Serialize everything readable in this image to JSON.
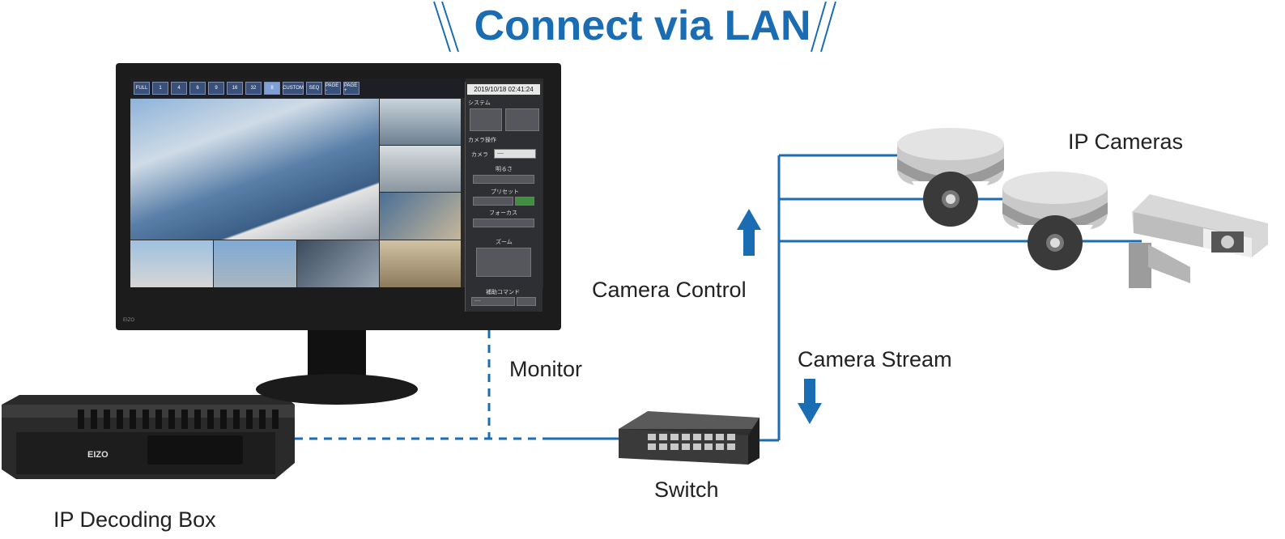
{
  "title": "Connect via LAN",
  "labels": {
    "ip_cameras": "IP Cameras",
    "camera_control": "Camera Control",
    "monitor": "Monitor",
    "camera_stream": "Camera Stream",
    "switch": "Switch",
    "decoding_box": "IP Decoding Box"
  },
  "monitor_ui": {
    "toolbar": [
      {
        "label": "FULL"
      },
      {
        "label": "1"
      },
      {
        "label": "4"
      },
      {
        "label": "6"
      },
      {
        "label": "9"
      },
      {
        "label": "16"
      },
      {
        "label": "32"
      },
      {
        "label": "8"
      },
      {
        "label": "CUSTOM"
      },
      {
        "label": "SEQ"
      },
      {
        "label": "PAGE -"
      },
      {
        "label": "PAGE +"
      }
    ],
    "timestamp": "2019/10/18 02:41:24",
    "system_label": "システム",
    "camera_op_label": "カメラ操作",
    "camera_label": "カメラ",
    "camera_select": "----",
    "brightness_label": "明るさ",
    "preset_label": "プリセット",
    "focus_label": "フォーカス",
    "zoom_label": "ズーム",
    "aux_label": "補助コマンド",
    "aux_value": "----",
    "brand": "EIZO"
  },
  "box_brand": "EIZO",
  "colors": {
    "accent": "#1a6cb3",
    "line": "#1a6cb3",
    "text": "#222222"
  }
}
